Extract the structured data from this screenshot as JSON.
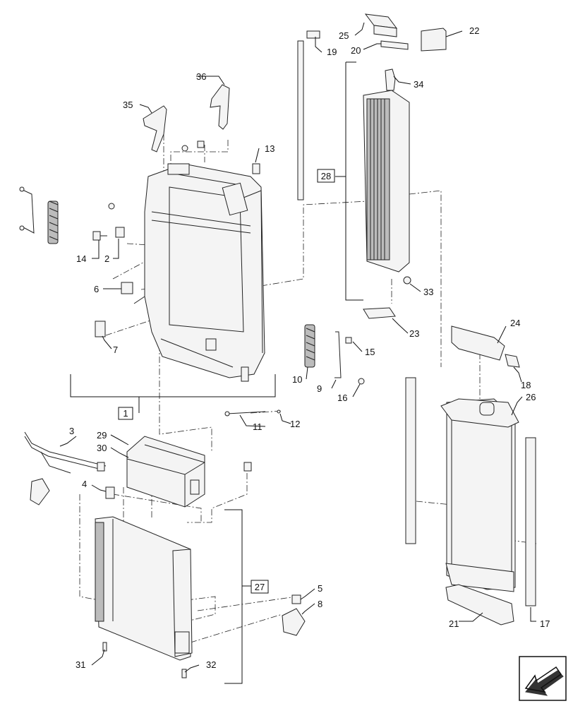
{
  "callouts": {
    "c1": "1",
    "c2": "2",
    "c3": "3",
    "c4": "4",
    "c5": "5",
    "c6": "6",
    "c7": "7",
    "c8": "8",
    "c9": "9",
    "c10": "10",
    "c11": "11",
    "c12": "12",
    "c13": "13",
    "c14": "14",
    "c15": "15",
    "c16": "16",
    "c17": "17",
    "c18": "18",
    "c19": "19",
    "c20": "20",
    "c21": "21",
    "c22": "22",
    "c23": "23",
    "c24": "24",
    "c25": "25",
    "c26": "26",
    "c27": "27",
    "c28": "28",
    "c29": "29",
    "c30": "30",
    "c31": "31",
    "c32": "32",
    "c33": "33",
    "c34": "34",
    "c35": "35",
    "c36": "36"
  },
  "colors": {
    "line": "#222222",
    "part_fill": "#f4f4f4",
    "core": "#bcbcbc",
    "background": "#ffffff"
  },
  "icons": {
    "nav": "arrow-down-left-icon"
  }
}
